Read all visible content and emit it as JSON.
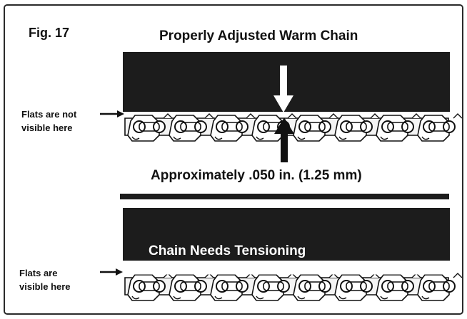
{
  "figure": {
    "label": "Fig. 17"
  },
  "top_panel": {
    "title": "Properly Adjusted Warm Chain",
    "note_line1": "Flats are not",
    "note_line2": "visible here",
    "measurement": "Approximately .050 in. (1.25 mm)"
  },
  "bottom_panel": {
    "title": "Chain Needs Tensioning",
    "note_line1": "Flats are",
    "note_line2": "visible here"
  },
  "colors": {
    "bar": "#1c1c1c",
    "ink": "#111111",
    "chain_fill": "#f4f4f4"
  }
}
